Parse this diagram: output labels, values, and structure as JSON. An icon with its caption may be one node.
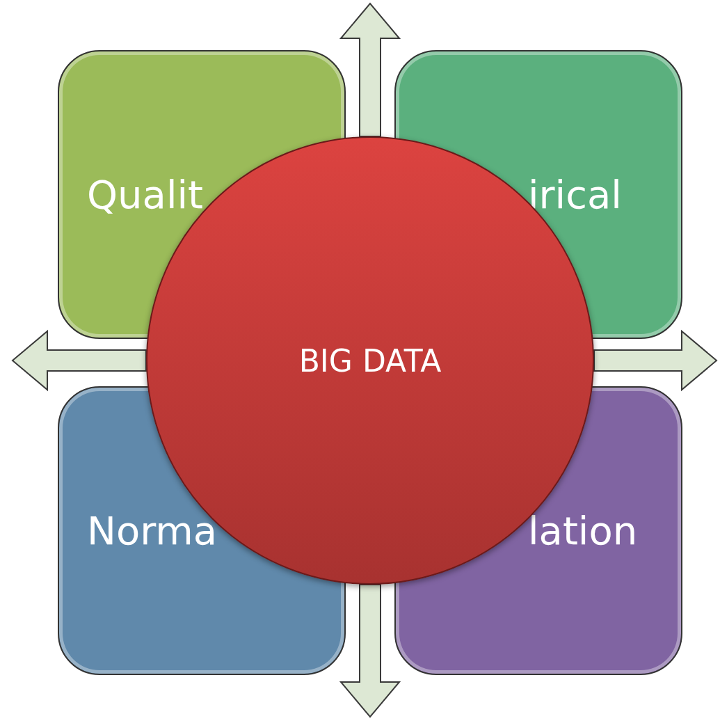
{
  "diagram": {
    "nodes": [
      {
        "text": [
          "Qualit"
        ]
      },
      {
        "text": [
          "irical"
        ]
      },
      {
        "text": [
          "Norma"
        ]
      },
      {
        "text": [
          "lation"
        ]
      },
      {
        "text": [
          "BIG DATA"
        ]
      }
    ],
    "edges": [
      {
        "from": 4,
        "to": null,
        "arrow": "to"
      },
      {
        "from": 4,
        "to": null,
        "arrow": "to"
      },
      {
        "from": 4,
        "to": null,
        "arrow": "to"
      },
      {
        "from": 4,
        "to": null,
        "arrow": "to"
      }
    ]
  }
}
